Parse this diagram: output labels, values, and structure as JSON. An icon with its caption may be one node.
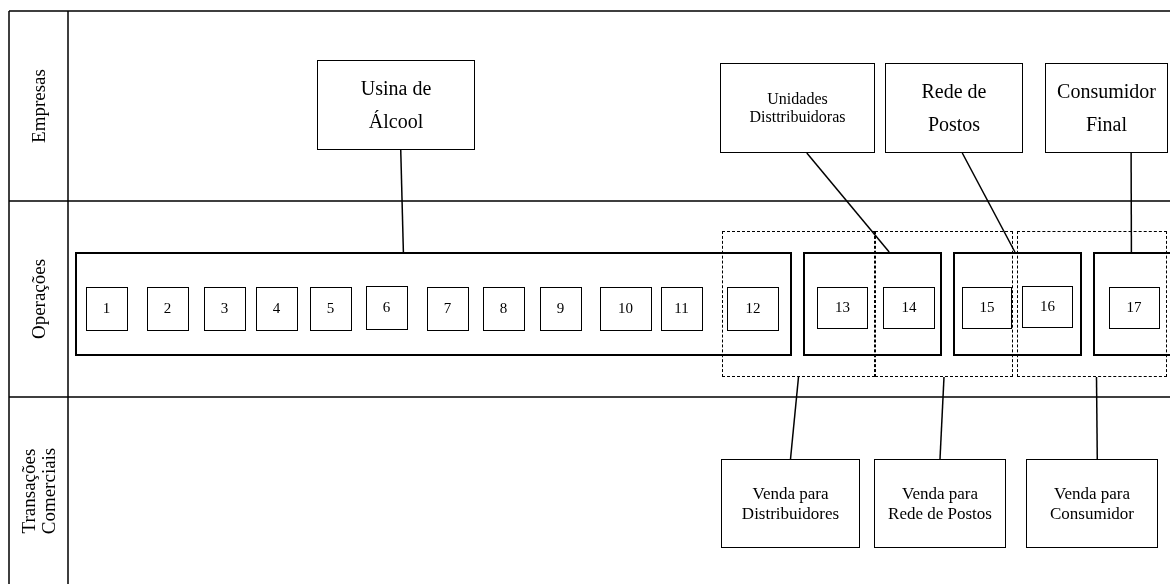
{
  "diagram": {
    "nodes": [
      {
        "text": [
          "Usina de Álcool"
        ]
      },
      {
        "text": [
          "Unidades Disttribuidoras"
        ]
      },
      {
        "text": [
          "Rede de Postos"
        ]
      },
      {
        "text": [
          "Consumidor Final"
        ]
      },
      {
        "text": [],
        "shape": "box"
      },
      {
        "text": [
          "1"
        ],
        "in": 4
      },
      {
        "text": [
          "2"
        ],
        "in": 4
      },
      {
        "text": [
          "3"
        ],
        "in": 4
      },
      {
        "text": [
          "4"
        ],
        "in": 4
      },
      {
        "text": [
          "5"
        ],
        "in": 4
      },
      {
        "text": [
          "6"
        ],
        "in": 4
      },
      {
        "text": [
          "7"
        ],
        "in": 4
      },
      {
        "text": [
          "8"
        ],
        "in": 4
      },
      {
        "text": [
          "9"
        ],
        "in": 4
      },
      {
        "text": [
          "10"
        ],
        "in": 4
      },
      {
        "text": [
          "11"
        ],
        "in": 4
      },
      {
        "text": [
          "12"
        ]
      },
      {
        "text": [],
        "shape": "box"
      },
      {
        "text": [],
        "shape": "box"
      },
      {
        "text": [
          "13"
        ]
      },
      {
        "text": [
          "14"
        ]
      },
      {
        "text": [],
        "shape": "box"
      },
      {
        "text": [],
        "shape": "box"
      },
      {
        "text": [
          "15"
        ]
      },
      {
        "text": [
          "16"
        ]
      },
      {
        "text": [],
        "shape": "box"
      },
      {
        "text": [],
        "shape": "box"
      },
      {
        "text": [
          "17"
        ],
        "in": 26
      },
      {
        "text": [
          "Venda para Distribuidores"
        ]
      },
      {
        "text": [
          "Venda para Rede de Postos"
        ]
      },
      {
        "text": [
          "Venda para Consumidor"
        ]
      }
    ],
    "edges": [
      {
        "from": 0,
        "to": 4,
        "arrow": "none"
      },
      {
        "from": 1,
        "to": 18,
        "arrow": "none"
      },
      {
        "from": 2,
        "to": 22,
        "arrow": "none"
      },
      {
        "from": 3,
        "to": 26,
        "arrow": "none"
      },
      {
        "from": 17,
        "to": 28,
        "arrow": "none"
      },
      {
        "from": 21,
        "to": 29,
        "arrow": "none"
      },
      {
        "from": 25,
        "to": 30,
        "arrow": "none"
      }
    ],
    "labels": [
      "Empresas",
      "Operações",
      "Transações Comerciais"
    ]
  }
}
